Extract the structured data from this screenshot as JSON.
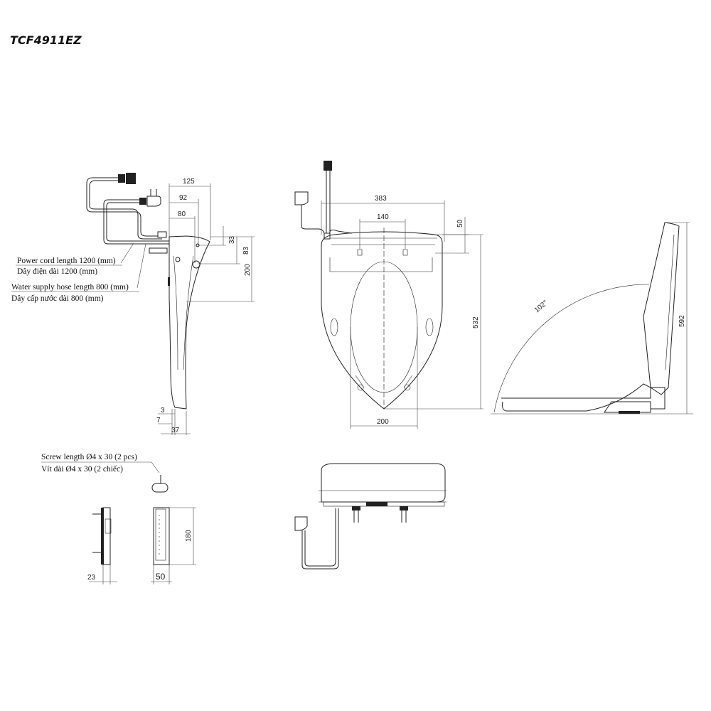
{
  "title": "TCF4911EZ",
  "notes": {
    "power_cord_en": "Power cord length 1200 (mm)",
    "power_cord_vi": "Dây điện dài 1200 (mm)",
    "water_hose_en": "Water supply hose length 800 (mm)",
    "water_hose_vi": "Dây cấp nước dài 800 (mm)",
    "screw_en": "Screw length Ø4 x 30 (2 pcs)",
    "screw_vi": "Vít dài Ø4 x 30 (2 chiếc)"
  },
  "side_view": {
    "d125": "125",
    "d92": "92",
    "d80": "80",
    "d33": "33",
    "d83": "83",
    "d200": "200",
    "d3": "3",
    "d7": "7",
    "d37": "37"
  },
  "top_view": {
    "d383": "383",
    "d140": "140",
    "d50": "50",
    "d532": "532",
    "d200": "200"
  },
  "open_view": {
    "angle": "102°",
    "d592": "592"
  },
  "bracket": {
    "d23": "23",
    "d50": "50",
    "d180": "180"
  }
}
